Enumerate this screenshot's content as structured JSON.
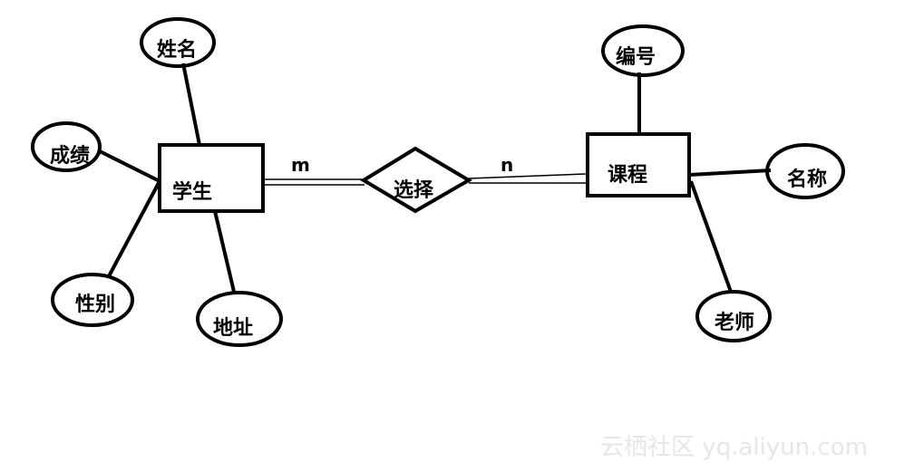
{
  "entities": {
    "student": "学生",
    "course": "课程"
  },
  "relationship": {
    "label": "选择",
    "left_cardinality": "m",
    "right_cardinality": "n"
  },
  "student_attributes": {
    "name": "姓名",
    "grade": "成绩",
    "gender": "性别",
    "address": "地址"
  },
  "course_attributes": {
    "number": "编号",
    "title": "名称",
    "teacher": "老师"
  },
  "watermark": "云栖社区 yq.aliyun.com",
  "colors": {
    "stroke": "#000000",
    "background": "#ffffff",
    "watermark": "#e6e6e6"
  }
}
